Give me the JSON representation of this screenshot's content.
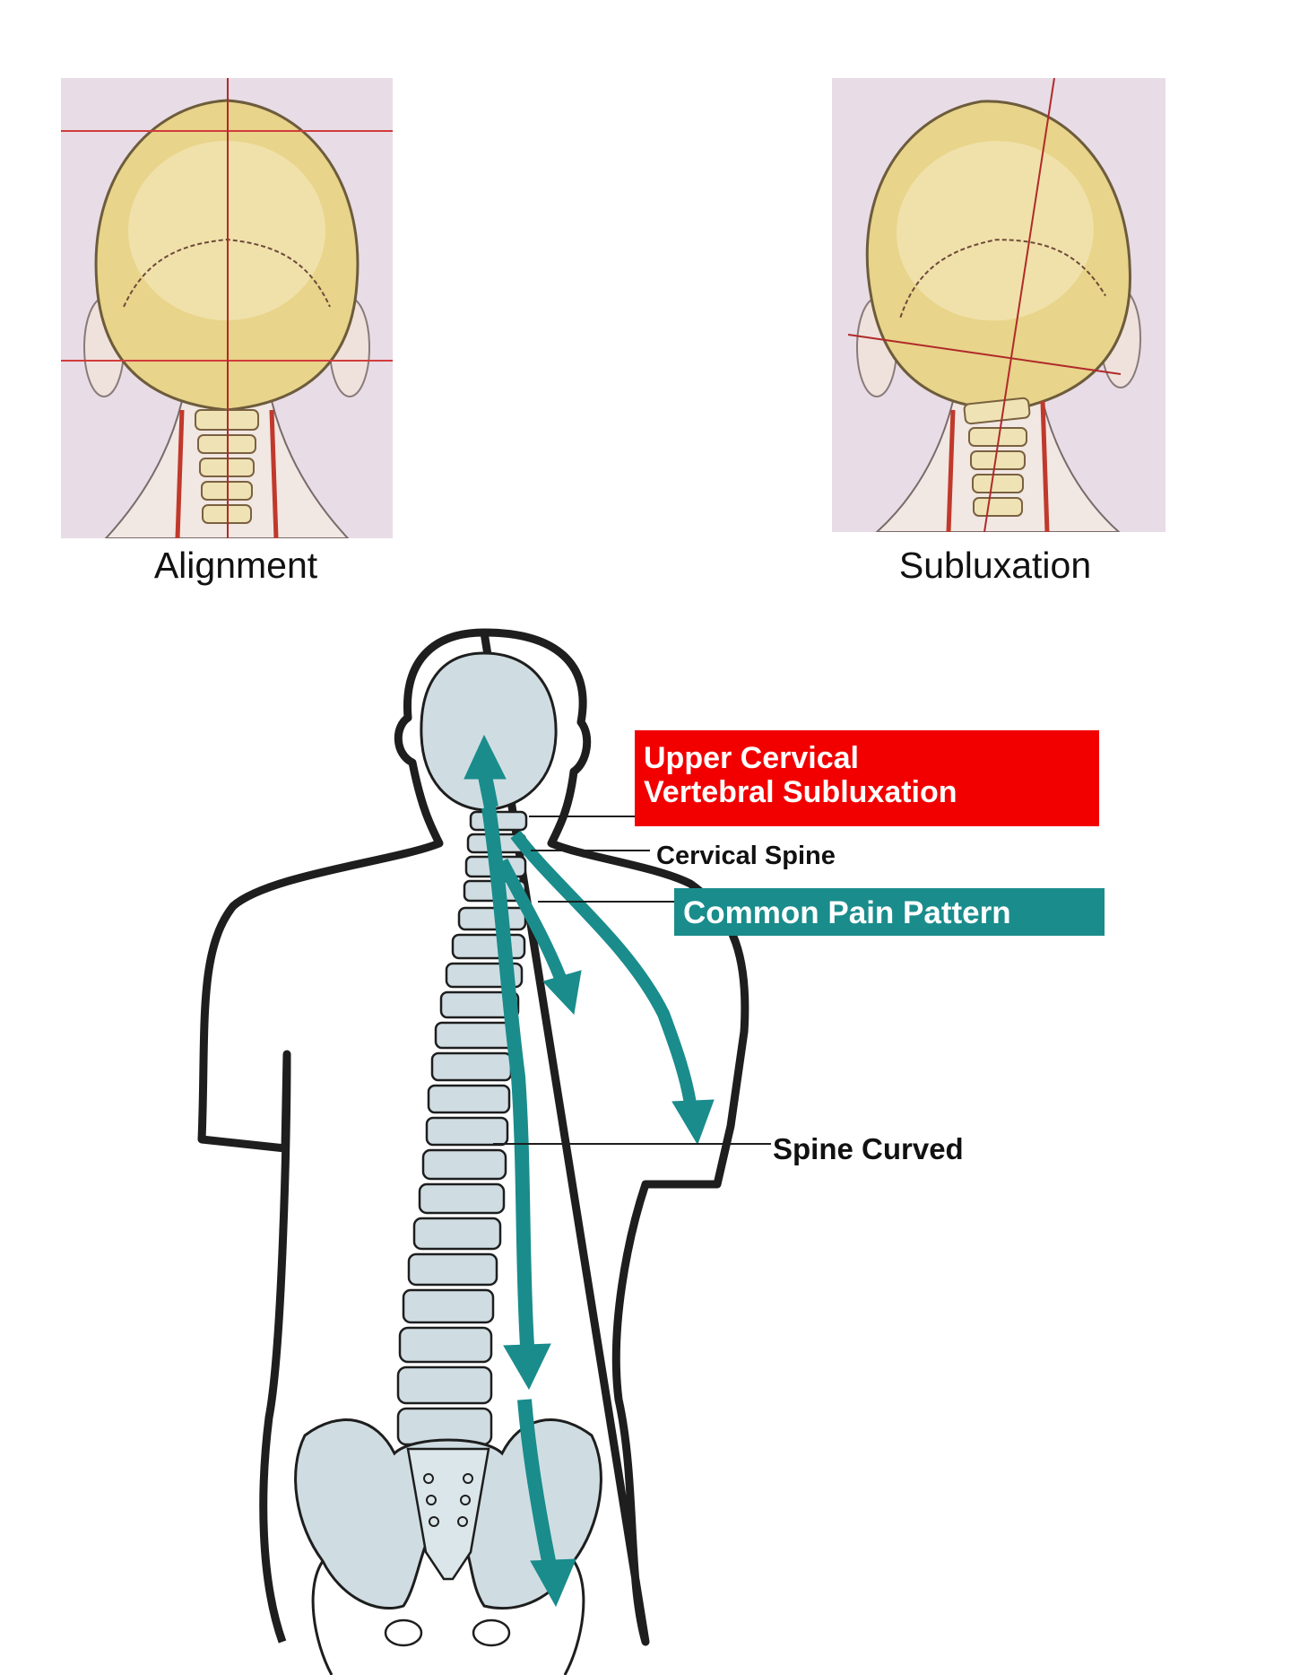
{
  "captions": {
    "left": "Alignment",
    "right": "Subluxation"
  },
  "labels": {
    "upper_cervical": "Upper Cervical\nVertebral Subluxation",
    "cervical_spine": "Cervical Spine",
    "common_pain": "Common Pain Pattern",
    "spine_curved": "Spine Curved"
  },
  "colors": {
    "red_box": "#f20000",
    "teal": "#1a8c8c",
    "bone": "#cfdde2",
    "skull": "#e8d48a",
    "guide_line": "#d23c3c",
    "panel_bg": "#e8dce6"
  },
  "icons": {
    "left_panel": "aligned-skull-cervical-illustration",
    "right_panel": "tilted-skull-cervical-illustration",
    "body": "back-view-body-spine-outline"
  }
}
